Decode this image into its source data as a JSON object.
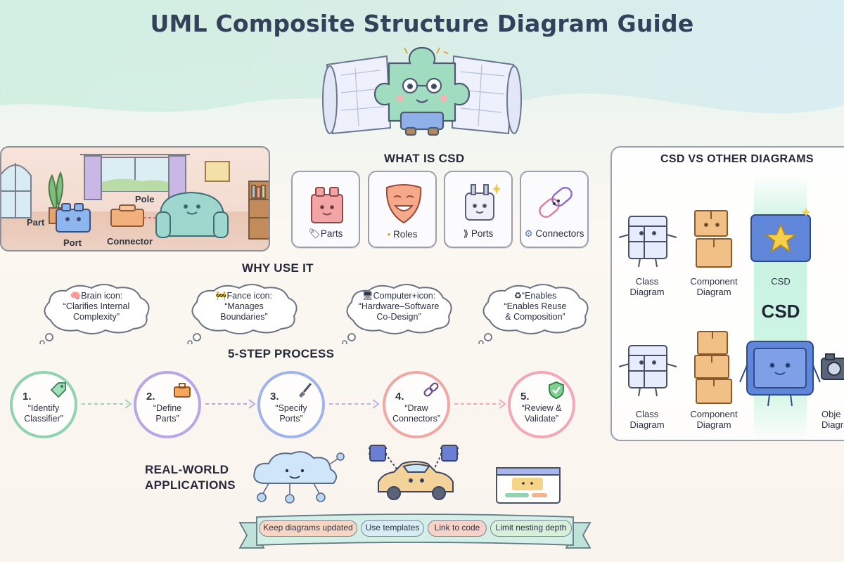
{
  "title": "UML Composite Structure Diagram Guide",
  "room": {
    "labels": {
      "pole": "Pole",
      "part": "Part",
      "port": "Port",
      "connector": "Connector"
    }
  },
  "what_is": {
    "heading": "WHAT IS CSD",
    "cards": [
      {
        "label": "Parts",
        "icon": "lego-brick-icon",
        "glyph": "🏷"
      },
      {
        "label": "Roles",
        "icon": "theater-mask-icon",
        "glyph": "▪"
      },
      {
        "label": "Ports",
        "icon": "plug-icon",
        "glyph": "⟫"
      },
      {
        "label": "Connectors",
        "icon": "chain-link-icon",
        "glyph": "⚙"
      }
    ]
  },
  "why": {
    "heading": "WHY USE IT",
    "clouds": [
      {
        "line1": "🧠Brain icon:",
        "line2": "“Clarifies Internal",
        "line3": "Complexity”"
      },
      {
        "line1": "🚧Fance icon:",
        "line2": "“Manages",
        "line3": "Boundaries”"
      },
      {
        "line1": "🖥Computer+icon:",
        "line2": "“Hardware–Software",
        "line3": "Co-Design”"
      },
      {
        "line1": "♻“Enables",
        "line2": "“Enables Reuse",
        "line3": "& Composition”"
      }
    ]
  },
  "process": {
    "heading": "5-STEP PROCESS",
    "steps": [
      {
        "num": "1.",
        "line1": "“Identify",
        "line2": "Classifier”",
        "ring": "#8fd3b0",
        "icon": "tag-icon"
      },
      {
        "num": "2.",
        "line1": "“Define",
        "line2": "Parts”",
        "ring": "#b8a6e6",
        "icon": "toolbox-icon"
      },
      {
        "num": "3.",
        "line1": "“Specify",
        "line2": "Ports”",
        "ring": "#9fb3ec",
        "icon": "brush-icon"
      },
      {
        "num": "4.",
        "line1": "“Draw",
        "line2": "Connectors”",
        "ring": "#f0a8a4",
        "icon": "link-icon"
      },
      {
        "num": "5.",
        "line1": "“Review &",
        "line2": "Validate”",
        "ring": "#f3a7b8",
        "icon": "shield-check-icon"
      }
    ]
  },
  "applications": {
    "heading_line1": "REAL-WORLD",
    "heading_line2": "APPLICATIONS"
  },
  "comparison": {
    "heading": "CSD VS OTHER DIAGRAMS",
    "row1": [
      {
        "line1": "Class",
        "line2": "Diagram"
      },
      {
        "line1": "Component",
        "line2": "Diagram"
      },
      {
        "line1": "CSD",
        "line2": ""
      }
    ],
    "big_label": "CSD",
    "row2": [
      {
        "line1": "Class",
        "line2": "Diagram"
      },
      {
        "line1": "Component",
        "line2": "Diagram"
      },
      {
        "line1": "Obje",
        "line2": "Diagra"
      }
    ]
  },
  "tips": [
    {
      "label": "Keep diagrams updated",
      "color": "#f7d7c4"
    },
    {
      "label": "Use templates",
      "color": "#d7ecf3"
    },
    {
      "label": "Link to code",
      "color": "#f7d2c8"
    },
    {
      "label": "Limit nesting depth",
      "color": "#d8efd9"
    }
  ]
}
